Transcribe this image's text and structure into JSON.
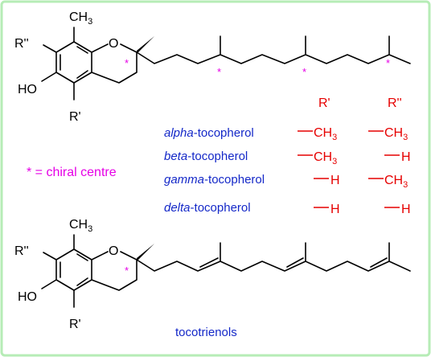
{
  "structure_labels": {
    "methyl": "CH",
    "methyl_sub": "3",
    "oxygen": "O",
    "r_double": "R''",
    "r_single": "R'",
    "hydroxyl": "HO",
    "chiral_mark": "*"
  },
  "legend": {
    "chiral_note": "* = chiral centre"
  },
  "substituent_table": {
    "col_r1": "R'",
    "col_r2": "R''",
    "rows": [
      {
        "name_italic": "alpha",
        "name_rest": "-tocopherol",
        "r1": "CH",
        "r1_sub": "3",
        "r2": "CH",
        "r2_sub": "3"
      },
      {
        "name_italic": "beta",
        "name_rest": "-tocopherol",
        "r1": "CH",
        "r1_sub": "3",
        "r2": "H",
        "r2_sub": ""
      },
      {
        "name_italic": "gamma",
        "name_rest": "-tocopherol",
        "r1": "H",
        "r1_sub": "",
        "r2": "CH",
        "r2_sub": "3"
      },
      {
        "name_italic": "delta",
        "name_rest": "-tocopherol",
        "r1": "H",
        "r1_sub": "",
        "r2": "H",
        "r2_sub": ""
      }
    ]
  },
  "tocotrienols_label": "tocotrienols",
  "colors": {
    "frame": "#b6ecb6",
    "chiral": "#e600e6",
    "compound_names": "#1428c8",
    "r_groups": "#e60000"
  }
}
